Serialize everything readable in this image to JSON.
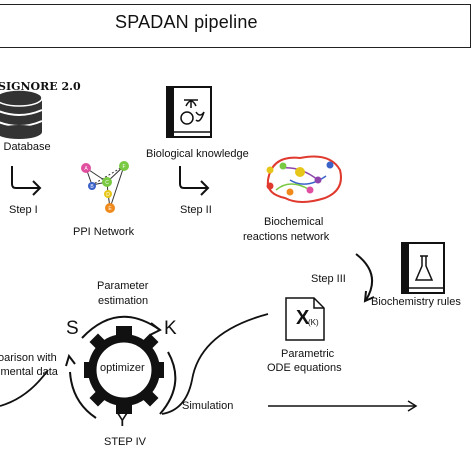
{
  "title": "SPADAN  pipeline",
  "source": {
    "name": "SIGNORE 2.0",
    "database_label": "l Database"
  },
  "steps": {
    "step1": "Step I",
    "step2": "Step II",
    "step3": "Step III",
    "step4": "STEP IV"
  },
  "nodes": {
    "ppi": "PPI Network",
    "bio_knowledge": "Biological knowledge",
    "biochem_network_line1": "Biochemical",
    "biochem_network_line2": "reactions network",
    "biochem_rules": "Biochemistry rules",
    "ode_line1": "Parametric",
    "ode_line2": "ODE equations",
    "ode_symbol": "X",
    "ode_symbol_arg": "(K)"
  },
  "loop": {
    "param_line1": "Parameter",
    "param_line2": "estimation",
    "optimizer": "optimizer",
    "S": "S",
    "K": "K",
    "Y": "Y",
    "comparison_line1": "oarison with",
    "comparison_line2": "imental data",
    "simulation": "Simulation"
  },
  "ppi_nodes": [
    "A",
    "B",
    "C",
    "D",
    "E",
    "F"
  ],
  "colors": {
    "node_pink": "#e04fa0",
    "node_yellow": "#e6c619",
    "node_green": "#7ac943",
    "node_blue": "#3a62c8",
    "node_orange": "#f08a1c",
    "node_purple": "#8e44ad",
    "edge_red": "#e03a2f"
  }
}
